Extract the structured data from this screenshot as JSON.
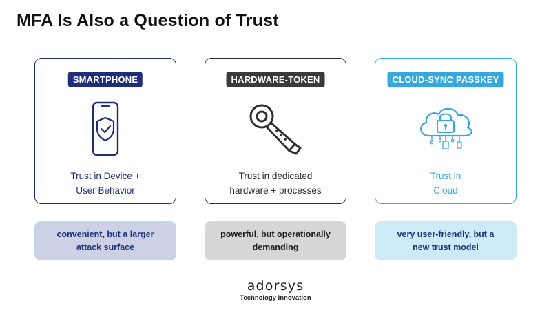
{
  "title": "MFA Is Also a Question of Trust",
  "cards": [
    {
      "badge": "SMARTPHONE",
      "icon": "smartphone-shield-check-icon",
      "line1": "Trust in Device +",
      "line2": "User Behavior",
      "pill_line1": "convenient, but a larger",
      "pill_line2": "attack surface"
    },
    {
      "badge": "HARDWARE-TOKEN",
      "icon": "hardware-usb-token-icon",
      "line1": "Trust in dedicated",
      "line2": "hardware + processes",
      "pill_line1": "powerful, but operationally",
      "pill_line2": "demanding"
    },
    {
      "badge": "CLOUD-SYNC PASSKEY",
      "icon": "cloud-lock-devices-icon",
      "line1": "Trust in",
      "line2": "Cloud",
      "pill_line1": "very user-friendly, but a",
      "pill_line2": "new trust model"
    }
  ],
  "logo": {
    "wordmark": "adorsys",
    "tagline": "Technology Innovation"
  },
  "colors": {
    "navy": "#1f2e7a",
    "dark_gray": "#3a3a3a",
    "sky_blue": "#35a8de",
    "pill_navy_bg": "#ccd2e6",
    "pill_gray_bg": "#d6d6d6",
    "pill_blue_bg": "#cdeaf7"
  }
}
